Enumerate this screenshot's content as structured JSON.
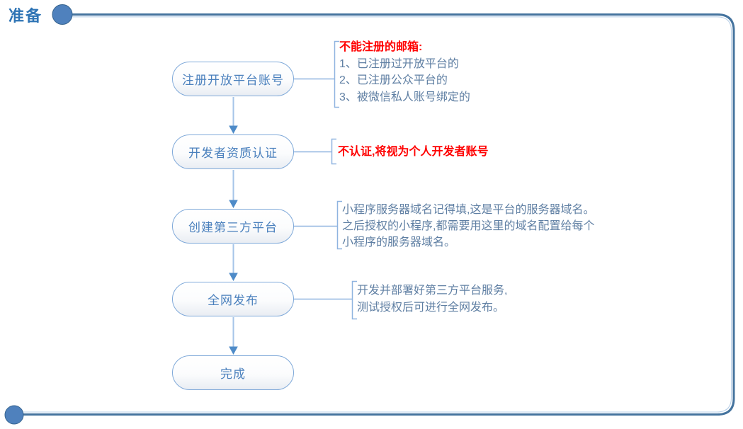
{
  "title": "准备",
  "colors": {
    "frame_blue": "#44739e",
    "circle_fill_blue": "#4f81bd",
    "node_border_blue": "#7fa9d9",
    "node_text_blue": "#4a80bd",
    "connector_light_blue": "#8fb4e0",
    "arrowhead_blue": "#4e8bc8",
    "annotation_slate_blue": "#5f7fa3",
    "warning_red": "#ff0000",
    "title_blue": "#2e74b5"
  },
  "flow": {
    "nodes": [
      {
        "id": "register",
        "label": "注册开放平台账号"
      },
      {
        "id": "certify",
        "label": "开发者资质认证"
      },
      {
        "id": "create-platform",
        "label": "创建第三方平台"
      },
      {
        "id": "release",
        "label": "全网发布"
      },
      {
        "id": "done",
        "label": "完成"
      }
    ],
    "edges": [
      {
        "from": "register",
        "to": "certify"
      },
      {
        "from": "certify",
        "to": "create-platform"
      },
      {
        "from": "create-platform",
        "to": "release"
      },
      {
        "from": "release",
        "to": "done"
      }
    ],
    "annotations": [
      {
        "attached_to": "register",
        "heading": "不能注册的邮箱:",
        "lines": [
          "1、已注册过开放平台的",
          "2、已注册公众平台的",
          "3、被微信私人账号绑定的"
        ]
      },
      {
        "attached_to": "certify",
        "lines": [
          "不认证,将视为个人开发者账号"
        ]
      },
      {
        "attached_to": "create-platform",
        "lines": [
          "小程序服务器域名记得填,这是平台的服务器域名。",
          "之后授权的小程序,都需要用这里的域名配置给每个",
          "小程序的服务器域名。"
        ]
      },
      {
        "attached_to": "release",
        "lines": [
          "开发并部署好第三方平台服务,",
          "测试授权后可进行全网发布。"
        ]
      }
    ]
  }
}
